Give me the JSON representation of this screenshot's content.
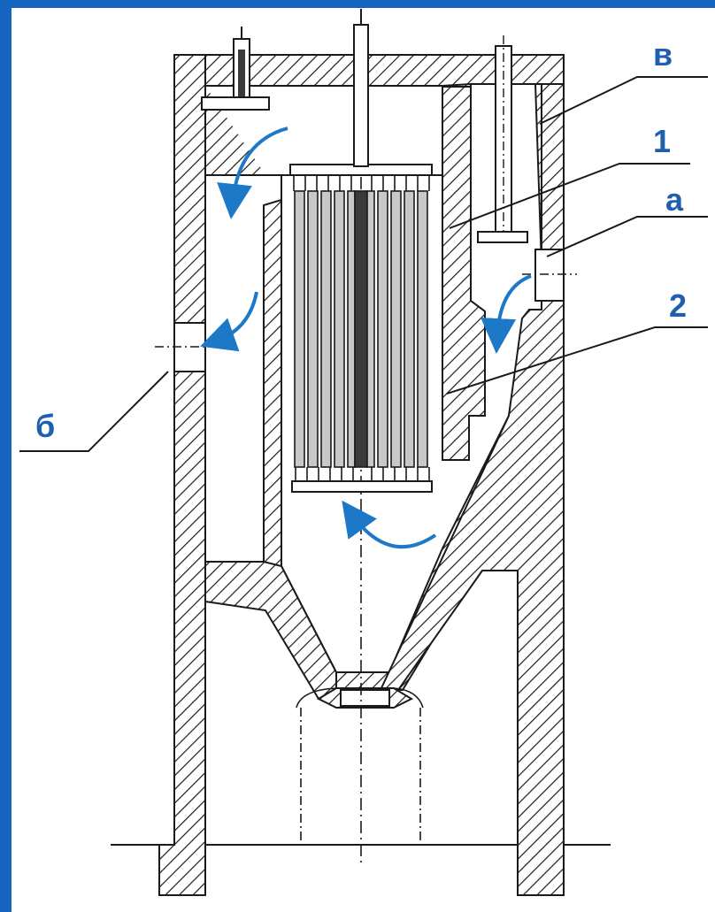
{
  "diagram": {
    "labels": {
      "v": "в",
      "one": "1",
      "a": "а",
      "two": "2",
      "b": "б"
    }
  },
  "colors": {
    "frame_blue": "#1565c0",
    "label_blue": "#1f5fb0",
    "arrow_blue": "#1e78c8",
    "line": "#1a1a1a",
    "rod_fill": "#c8c8c8"
  }
}
